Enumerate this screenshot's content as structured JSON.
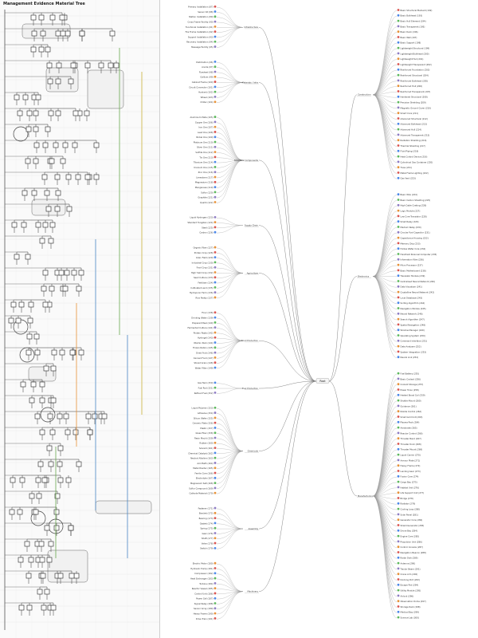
{
  "title": "Management Evidence Material Tree",
  "root": "Root",
  "colors": {
    "edge": "#777777",
    "green": "#6aa84f",
    "yellow": "#c9b037",
    "blue": "#4a86c5",
    "orange": "#e69138",
    "badge_red": "#d9534f",
    "badge_blue": "#4a86e8",
    "badge_green": "#5cb85c",
    "badge_purple": "#8e7cc3"
  },
  "left_groups": [
    {
      "label": "Infrastructure",
      "leaves": [
        "Primary Installation (87)",
        "Sensor Kit (88)",
        "Station Installation (89)",
        "Cross Frame Facility (90)",
        "Functional Installation (91)",
        "Fire Frame Installation (92)",
        "Support Installation (93)",
        "Recovery Installation (94)",
        "Message Facility (95)"
      ]
    },
    {
      "label": "Materials / Infra",
      "leaves": [
        "Distribution (96)",
        "Anode (97)",
        "Flywheel (98)",
        "Gallium (99)",
        "Cabinet Frame (100)",
        "Circuit Connector (101)",
        "Hydrant (102)",
        "Wheel (103)",
        "Chiller (104)"
      ]
    },
    {
      "label": "Structural Components",
      "leaves": [
        "Aluminium Plate (105)",
        "Copper Ore (106)",
        "Iron Ore (107)",
        "Lead Ore (108)",
        "Nickel Ore (109)",
        "Platinum Ore (110)",
        "Silver Ore (111)",
        "Sulfide Ore (112)",
        "Tin Ore (113)",
        "Titanium Ore (114)",
        "Uranium Ore (115)",
        "Zinc Ore (116)",
        "Limestone (117)",
        "Magnesium (118)",
        "Manganese (119)",
        "Sulfur (120)",
        "Graphite (121)",
        "Quartz (122)"
      ]
    },
    {
      "label": "Supply Chain",
      "leaves": [
        "Liquid Hydrogen (123)",
        "Standard Tungsten (124)",
        "Steel (125)",
        "Carbon (126)"
      ]
    },
    {
      "label": "Agriculture",
      "leaves": [
        "Organic Fiber (127)",
        "Protein Crop (128)",
        "Grain Field (129)",
        "Industrial Crop (130)",
        "Food Crop (131)",
        "High Yield Crop (132)",
        "Seed Culture (133)",
        "Fertiliser (134)",
        "Cultivated Land (135)",
        "Hydroponic Farm (136)",
        "Rice Paddy (137)"
      ]
    },
    {
      "label": "Food Production",
      "leaves": [
        "Flour (138)",
        "Drinking Water (139)",
        "Prepared Meal (140)",
        "Fermented Culture (141)",
        "Protein Paste (142)",
        "Hydrogel (143)",
        "Vitamin Pack (144)",
        "Frozen Ration (145)",
        "Dried Fruit (146)",
        "Canned Food (147)",
        "Stored Grain (148)",
        "Water Filter (149)"
      ]
    },
    {
      "label": "Fuel Production",
      "leaves": [
        "Gas Tank (150)",
        "Fuel Rod (151)",
        "Refined Fuel (152)"
      ]
    },
    {
      "label": "Chemicals",
      "leaves": [
        "Liquid Polymer (153)",
        "Adhesive (154)",
        "Silicon Wafer (155)",
        "Ceramic Plate (156)",
        "Plastic (157)",
        "Glass Fiber (158)",
        "Resin Mould (159)",
        "Rubber (160)",
        "Solvent (161)",
        "Chemical Catalyst (162)",
        "Neutral Alkaline (163)",
        "Acid Bath (164)",
        "Metal Powder (165)",
        "Ferrite Core (166)",
        "Electrolyte (167)",
        "Magnesium Salt (168)",
        "Sulfur Compound (169)",
        "Cathode Material (170)"
      ]
    },
    {
      "label": "Assembly",
      "leaves": [
        "Fastener (171)",
        "Bracket (172)",
        "Bearing (173)",
        "Gasket (174)",
        "Spring (175)",
        "Gear (176)",
        "Shaft (177)",
        "Valve (178)",
        "Switch (179)"
      ]
    },
    {
      "label": "Machinery",
      "leaves": [
        "Electric Motor (180)",
        "Hydraulic Pump (181)",
        "Compressor (182)",
        "Heat Exchanger (183)",
        "Turbine (184)",
        "Reactor Vessel (185)",
        "Control Unit (186)",
        "Power Cell (187)",
        "Signal Relay (188)",
        "Sensor Array (189)",
        "Heavy Frame (190)",
        "Drive Train (191)"
      ]
    }
  ],
  "right_groups": [
    {
      "label": "Construction",
      "leaves": [
        "Basic Structural Element (192)",
        "Basic Bulkhead (193)",
        "Basic Hull Element (194)",
        "Basic Transparent (195)",
        "Basic Deck (196)",
        "Basic Wall (197)",
        "Basic Support (198)",
        "Lightweight Structural (199)",
        "Lightweight Bulkhead (200)",
        "Lightweight Hull (201)",
        "Lightweight Transparent (202)",
        "Reinforced Foundation (203)",
        "Reinforced Structural (204)",
        "Reinforced Bulkhead (205)",
        "Reinforced Hull (206)",
        "Reinforced Transparent (207)",
        "Hardened Structural (208)",
        "Precision Shielding (209)",
        "Magnetic Ground Cover (210)",
        "Smart Core (211)",
        "Advanced Structural (212)",
        "Advanced Bulkhead (213)",
        "Advanced Hull (214)",
        "Advanced Transparent (215)",
        "Radiation Shielding (216)",
        "Thermal Shielding (217)",
        "Fluid Piping (218)",
        "Heat Control Device (219)",
        "Cylindrical Gas Container (220)",
        "Truss (221)",
        "Metal Frame Lighting (222)",
        "Gas Vent (223)"
      ]
    },
    {
      "label": "Electronics",
      "leaves": [
        "Basic Wire (224)",
        "Basic Carbon Shielding (225)",
        "High Cable Coating (226)",
        "Logic Module (227)",
        "Low Core Transistor (228)",
        "Small Relay (229)",
        "Medium Relay (230)",
        "Circular Fuel Capacitor (231)",
        "Capacitance Housing (232)",
        "Memory Chip (233)",
        "Hollow Wafer Core (234)",
        "Handheld Personal Computer (235)",
        "Information Wire (236)",
        "Micro Processor (237)",
        "Basic Motherboard (238)",
        "Translator Module (239)",
        "Centralised Neural Network (240)",
        "Data Visualizer (241)",
        "Crystalline Neural Network (242)",
        "Local Database (243)",
        "Sorting Algorithm (244)",
        "Navigation Module (245)",
        "Neural Network (246)",
        "Search Algorithm (247)",
        "Spatial Navigation (248)",
        "Window Manager (249)",
        "Operating System (250)",
        "Command Interface (251)",
        "Data Analyser (252)",
        "System Integration (253)",
        "Neural Link (254)"
      ]
    },
    {
      "label": "Manufacturing",
      "leaves": [
        "Fuel Battery (255)",
        "Basic Coolant (256)",
        "Coolant Storage (257)",
        "Power Torso (258)",
        "Heated Boost Coil (259)",
        "Shuttle Mount (260)",
        "Guidance (261)",
        "Nozzle Control (262)",
        "Small Gold Unit (263)",
        "Plasma Pack (264)",
        "Aerobrake (265)",
        "Reactor Control (266)",
        "Thruster Band (267)",
        "Thruster Dock (268)",
        "Thruster Mount (269)",
        "Liquid Carrier (270)",
        "Armour Plate (271)",
        "Heavy Frame (272)",
        "Landing Gear (273)",
        "Fusion Core (274)",
        "Cargo Bay (275)",
        "Habitat Unit (276)",
        "Life Support Unit (277)",
        "Bridge (278)",
        "Radiator (279)",
        "Cooling Loop (280)",
        "Solar Panel (281)",
        "Generator Core (282)",
        "Shield Generator (283)",
        "Drone Bay (284)",
        "Engine Core (285)",
        "Propulsion Unit (286)",
        "Control Console (287)",
        "Navigation Beacon (288)",
        "Radar Dish (289)",
        "Antenna (290)",
        "Tractor Beam (291)",
        "Crane Arm (292)",
        "Docking Port (293)",
        "Escape Pod (294)",
        "Utility Module (295)",
        "Airlock (296)",
        "Observation Dome (297)",
        "Storage Rack (298)",
        "Medical Bay (299)",
        "Science Lab (300)"
      ]
    }
  ]
}
